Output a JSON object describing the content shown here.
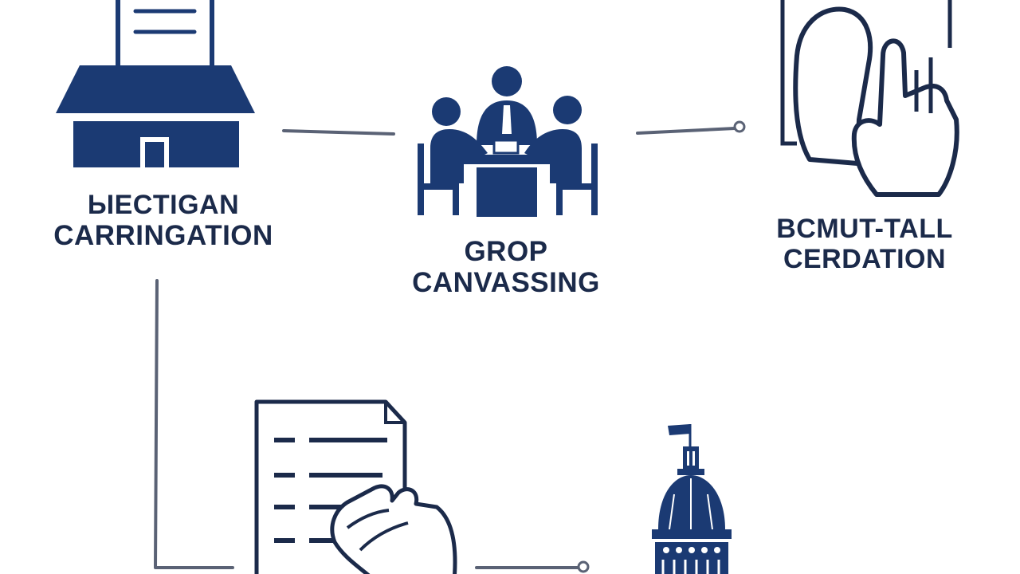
{
  "diagram": {
    "colors": {
      "navy": "#1b3a73",
      "dark": "#1b2a4a",
      "connector": "#5a6275",
      "background": "#ffffff"
    },
    "nodes": [
      {
        "id": "election",
        "icon": "ballot-box-house-icon",
        "label_line_1": "ЫECTIGAN",
        "label_line_2": "CARRINGATION"
      },
      {
        "id": "canvassing",
        "icon": "group-meeting-table-icon",
        "label_line_1": "GROP",
        "label_line_2": "CANVASSING"
      },
      {
        "id": "certification",
        "icon": "hand-on-document-icon",
        "label_line_1": "BCMUT-TALL",
        "label_line_2": "CERDATION"
      },
      {
        "id": "document-review",
        "icon": "document-with-hand-icon"
      },
      {
        "id": "capitol",
        "icon": "capitol-dome-icon"
      }
    ]
  }
}
